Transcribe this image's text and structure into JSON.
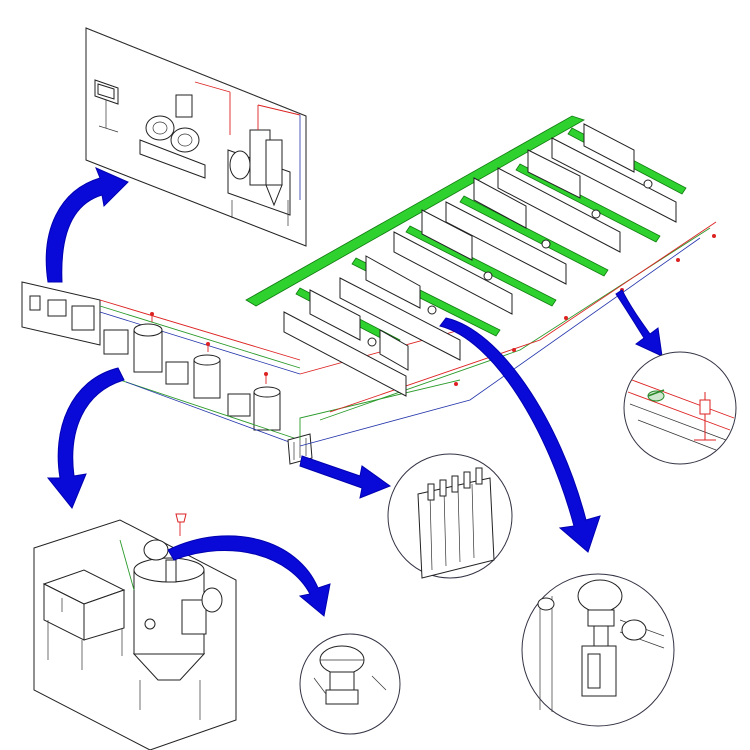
{
  "colors": {
    "arrow": "#0a0ad8",
    "rail": "#2fd12f",
    "pipe_red": "#d22222",
    "pipe_green": "#2a9a2a",
    "pipe_blue": "#2233aa",
    "line": "#222222"
  },
  "components": [
    "central-control-station-detail",
    "drying-hopper-detail",
    "manifold-detail",
    "hopper-loader-detail",
    "valve-detail",
    "sensor-detail",
    "injection-molding-machine-rows",
    "overview-equipment-line"
  ]
}
